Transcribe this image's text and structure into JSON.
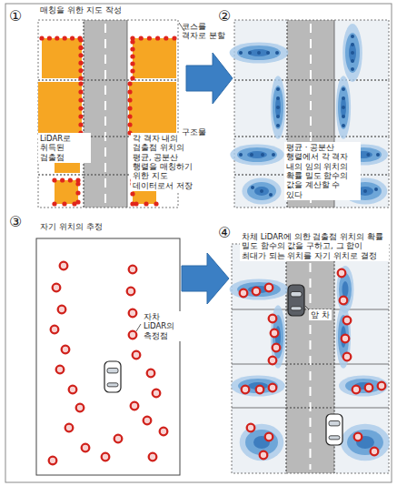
{
  "diagram": {
    "labels": [
      "①",
      "매칭을 위한 지도 작성",
      "코스를 격자로 분할",
      "LiDAR로 취득된 검출점",
      "각 격자 내의 검출점 위치의 평균, 공분산 행렬을 매칭하기 위한 지도 데이터로서 저장",
      "구조물",
      "②",
      "평균 · 공분산 행렬에서 각 격자 내의 임의 위치의 확률 밀도 함수의 값을 계산할 수 있다",
      "③",
      "자기 위치의 추정",
      "자차 LiDAR의 측정점",
      "④",
      "차체 LiDAR에 의한 검출점 위치의 확률 밀도 함수의 값을 구하고, 그 합이 최대가 되는 위치를 자기 위치로 결정",
      "앞 차"
    ]
  }
}
